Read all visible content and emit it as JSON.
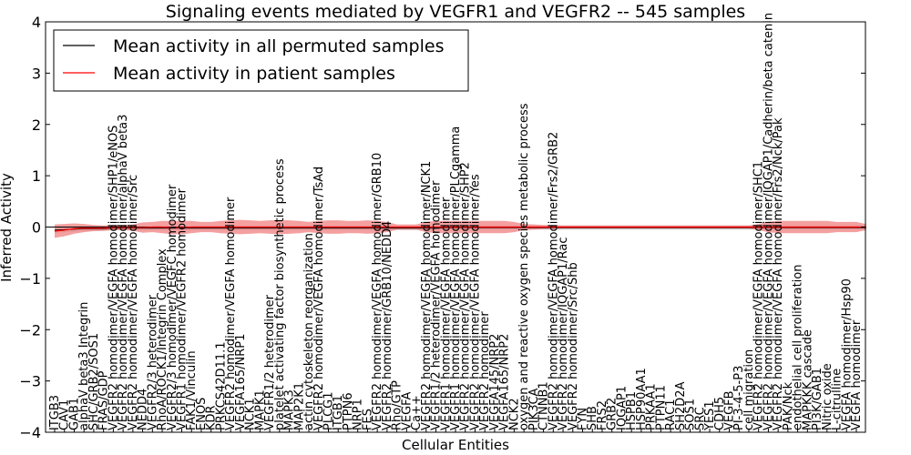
{
  "chart_data": {
    "type": "line",
    "title": "Signaling events mediated by VEGFR1 and VEGFR2 -- 545 samples",
    "xlabel": "Cellular Entities",
    "ylabel": "Inferred Activity",
    "ylim": [
      -4,
      4
    ],
    "yticks": [
      -4,
      -3,
      -2,
      -1,
      0,
      1,
      2,
      3,
      4
    ],
    "legend_position": "top-left",
    "colors": {
      "permuted_line": "#000000",
      "permuted_band": "#c8c8c8",
      "patient_line": "#ff0000",
      "patient_band": "#f08080"
    },
    "categories": [
      "ITGB3",
      "CAV1",
      "GAB1",
      "alphaV beta3 Integrin",
      "SHC/GRB2/SOS1",
      "FRAS/GDP",
      "VEGFR2 homodimer/VEGFA homodimer/SHP1/eNOS",
      "VEGFR2 homodimer/VEGFA homodimer/alphaV beta3",
      "VEGFR2 homodimer/VEGFA homodimer/Src",
      "NEDD4",
      "VEGFR2/3 heterodimer",
      "RhoA/ROCK1/Integrin Complex",
      "VEGFR2/3 homodimer/VEGFC homodimer",
      "VEGFR1 homodimer/VEGFR2 homodimer",
      "FAK1/Vinculin",
      "ENOS",
      "KDR",
      "PRKCS42D11.1",
      "VEGFR2 homodimer/VEGFA homodimer",
      "VEGFA165/NRP1",
      "NCK1",
      "MAPK1",
      "VEGFR1/2 heterodimer",
      "platelet activating factor biosynthetic process",
      "MAPK3",
      "MAP2K1",
      "actin cytoskeleton reorganization",
      "VEGFR2 homodimer/VEGFA homodimer/TsAd",
      "PLCG1",
      "ITGB1",
      "PTPN6",
      "NRP1",
      "FES",
      "VEGFR2 homodimer/VEGFA homodimer/GRB10",
      "VEGFR2 homodimer/GRB10/NEDD4",
      "Rho/GTP",
      "VEGFA",
      "Ca++",
      "VEGFR2 homodimer/VEGFA homodimer/NCK1",
      "VEGFR1/2 heterodimer/VEGFA homodimer",
      "VEGFR1 homodimer/VEGFA homodimer",
      "VEGFR1 homodimer/VEGFA homodimer/PLCgamma",
      "VEGFR2 homodimer/VEGFA homodimer/SHP2",
      "VEGFR2 homodimer/VEGFA homodimer/Yes",
      "VEGFR2 homodimer",
      "VEGFA145/NRP2",
      "VEGFA165/NRP2",
      "NCK2",
      "oxygen and reactive oxygen species metabolic process",
      "PIK3CA",
      "CTNNB1",
      "VEGFR2 homodimer/VEGFA homodimer/Frs2/GRB2",
      "VEGFR2 homodimer/IQGAP1/Rac",
      "VEGFR2 homodimer/Src/Shb",
      "FYN",
      "SHB",
      "FRS2",
      "GRB2",
      "IQGAP1",
      "HSPB1",
      "HSP90AA1",
      "PRKAA1",
      "PTPN11",
      "RAC1",
      "SH2D2A",
      "SOS1",
      "SRC",
      "YES1",
      "CDH5",
      "VEGFB",
      "PI-3-4-5-P3",
      "cell migration",
      "VEGFR2 homodimer/VEGFA homodimer/SHC1",
      "VEGFR2 homodimer/VEGFA homodimer/IQGAP1/Cadherin/beta catenin",
      "VEGFR2 homodimer/VEGFA homodimer/Frs2/Nck/Pak",
      "PAK/Nck",
      "endothelial cell proliferation",
      "MAPKKK cascade",
      "PI3K/GAB1",
      "Nitric oxide",
      "L-citrulline",
      "VEGFA homodimer/Hsp90",
      "VEGFA homodimer"
    ],
    "series": [
      {
        "name": "Mean activity in all permuted samples",
        "values": [
          -0.06,
          -0.05,
          -0.04,
          -0.03,
          -0.03,
          -0.03,
          -0.02,
          -0.02,
          -0.02,
          -0.02,
          -0.02,
          -0.02,
          -0.02,
          -0.02,
          -0.02,
          -0.02,
          -0.02,
          -0.02,
          -0.02,
          -0.02,
          -0.02,
          -0.02,
          -0.02,
          -0.02,
          -0.02,
          -0.02,
          -0.02,
          -0.02,
          -0.02,
          -0.02,
          -0.02,
          -0.02,
          -0.02,
          -0.02,
          -0.02,
          -0.02,
          -0.02,
          -0.02,
          -0.02,
          -0.02,
          -0.01,
          -0.01,
          -0.01,
          -0.01,
          -0.01,
          -0.01,
          -0.01,
          -0.01,
          -0.01,
          -0.01,
          -0.01,
          -0.01,
          -0.01,
          -0.01,
          -0.01,
          -0.01,
          -0.01,
          -0.01,
          -0.01,
          -0.01,
          -0.01,
          -0.01,
          -0.01,
          -0.01,
          -0.01,
          -0.01,
          -0.01,
          -0.01,
          -0.01,
          -0.01,
          -0.01,
          -0.01,
          -0.01,
          -0.01,
          -0.01,
          -0.01,
          -0.01,
          -0.01,
          -0.01,
          -0.01,
          -0.01,
          -0.01,
          -0.01,
          -0.01
        ],
        "band": [
          0.05,
          0.05,
          0.05,
          0.05,
          0.05,
          0.05,
          0.04,
          0.04,
          0.04,
          0.04,
          0.04,
          0.04,
          0.04,
          0.04,
          0.04,
          0.04,
          0.04,
          0.04,
          0.04,
          0.04,
          0.04,
          0.04,
          0.04,
          0.04,
          0.04,
          0.04,
          0.04,
          0.04,
          0.04,
          0.04,
          0.04,
          0.04,
          0.04,
          0.04,
          0.04,
          0.04,
          0.04,
          0.04,
          0.04,
          0.04,
          0.04,
          0.04,
          0.04,
          0.04,
          0.04,
          0.04,
          0.04,
          0.04,
          0.04,
          0.04,
          0.04,
          0.04,
          0.04,
          0.04,
          0.04,
          0.04,
          0.04,
          0.04,
          0.04,
          0.04,
          0.04,
          0.04,
          0.04,
          0.04,
          0.04,
          0.04,
          0.04,
          0.04,
          0.04,
          0.04,
          0.04,
          0.04,
          0.04,
          0.04,
          0.04,
          0.04,
          0.04,
          0.04,
          0.04,
          0.04,
          0.04,
          0.04,
          0.04,
          0.04
        ]
      },
      {
        "name": "Mean activity in patient samples",
        "values": [
          -0.08,
          -0.06,
          -0.03,
          -0.02,
          -0.02,
          -0.02,
          -0.01,
          -0.01,
          -0.01,
          -0.01,
          0.0,
          0.0,
          -0.01,
          -0.01,
          0.0,
          0.0,
          0.0,
          0.0,
          0.0,
          0.0,
          0.0,
          0.0,
          0.0,
          0.0,
          0.0,
          0.0,
          0.0,
          0.0,
          0.0,
          0.0,
          0.0,
          0.0,
          0.0,
          0.0,
          0.0,
          0.0,
          0.0,
          0.0,
          0.0,
          0.0,
          0.0,
          0.0,
          0.0,
          0.0,
          0.0,
          0.0,
          0.0,
          0.0,
          0.0,
          0.0,
          0.0,
          0.0,
          0.0,
          0.0,
          0.0,
          0.0,
          0.0,
          0.0,
          0.0,
          0.0,
          0.0,
          0.0,
          0.0,
          0.0,
          0.0,
          0.0,
          0.0,
          0.0,
          0.0,
          0.0,
          0.0,
          0.0,
          0.0,
          0.0,
          0.0,
          0.0,
          0.0,
          0.0,
          0.0,
          0.0,
          0.0,
          0.0,
          0.0,
          0.0
        ],
        "band": [
          0.13,
          0.12,
          0.1,
          0.08,
          0.06,
          0.05,
          0.05,
          0.05,
          0.06,
          0.1,
          0.1,
          0.12,
          0.13,
          0.13,
          0.12,
          0.1,
          0.1,
          0.12,
          0.13,
          0.14,
          0.13,
          0.12,
          0.13,
          0.14,
          0.13,
          0.12,
          0.1,
          0.12,
          0.13,
          0.13,
          0.12,
          0.12,
          0.13,
          0.12,
          0.1,
          0.05,
          0.05,
          0.05,
          0.1,
          0.12,
          0.12,
          0.12,
          0.12,
          0.12,
          0.12,
          0.12,
          0.12,
          0.1,
          0.06,
          0.05,
          0.04,
          0.04,
          0.03,
          0.03,
          0.03,
          0.03,
          0.03,
          0.03,
          0.03,
          0.03,
          0.03,
          0.03,
          0.03,
          0.03,
          0.03,
          0.03,
          0.03,
          0.03,
          0.03,
          0.03,
          0.03,
          0.03,
          0.06,
          0.1,
          0.12,
          0.12,
          0.12,
          0.12,
          0.12,
          0.12,
          0.1,
          0.1,
          0.1,
          0.06
        ]
      }
    ]
  }
}
